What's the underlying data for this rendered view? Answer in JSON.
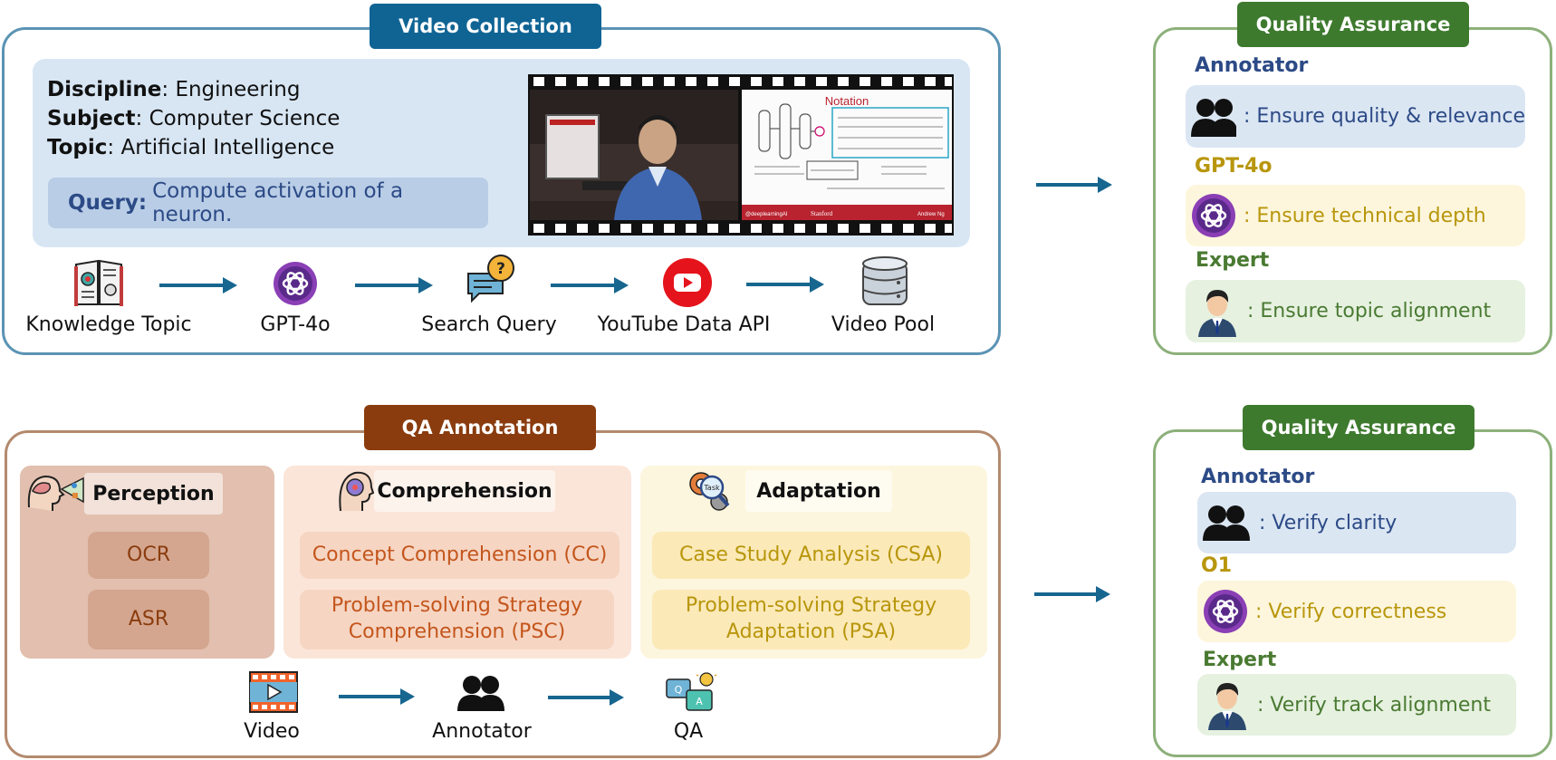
{
  "video_collection": {
    "title": "Video Collection",
    "discipline_key": "Discipline",
    "discipline_value": ": Engineering",
    "subject_key": "Subject",
    "subject_value": ": Computer Science",
    "topic_key": "Topic",
    "topic_value": ":  Artificial Intelligence",
    "query_key": "Query:",
    "query_value": "Compute activation of a neuron.",
    "thumbnail": {
      "slide_title": "Notation",
      "slide_footer_left": "@deeplearningAI",
      "slide_footer_mid": "Stanford",
      "slide_footer_right": "Andrew Ng"
    },
    "flow": [
      {
        "label": "Knowledge Topic",
        "icon": "book-icon"
      },
      {
        "label": "GPT-4o",
        "icon": "openai-icon"
      },
      {
        "label": "Search Query",
        "icon": "chat-question-icon"
      },
      {
        "label": "YouTube Data API",
        "icon": "youtube-icon"
      },
      {
        "label": "Video Pool",
        "icon": "database-icon"
      }
    ]
  },
  "qa_top": {
    "title": "Quality Assurance",
    "items": [
      {
        "role": "Annotator",
        "text": ": Ensure quality & relevance",
        "icon": "people-icon"
      },
      {
        "role": "GPT-4o",
        "text": ": Ensure technical depth",
        "icon": "openai-icon"
      },
      {
        "role": "Expert",
        "text": ": Ensure topic alignment",
        "icon": "expert-icon"
      }
    ]
  },
  "qa_annotation": {
    "title": "QA Annotation",
    "perception": {
      "title": "Perception",
      "chips": [
        "OCR",
        "ASR"
      ]
    },
    "comprehension": {
      "title": "Comprehension",
      "chips": [
        "Concept Comprehension (CC)",
        "Problem-solving Strategy Comprehension (PSC)"
      ]
    },
    "adaptation": {
      "title": "Adaptation",
      "chips": [
        "Case Study Analysis (CSA)",
        "Problem-solving Strategy Adaptation (PSA)"
      ],
      "icon_text": "Task"
    },
    "flow": [
      {
        "label": "Video",
        "icon": "video-icon"
      },
      {
        "label": "Annotator",
        "icon": "people-icon"
      },
      {
        "label": "QA",
        "icon": "qa-icon"
      }
    ]
  },
  "qa_bottom": {
    "title": "Quality Assurance",
    "items": [
      {
        "role": "Annotator",
        "text": ": Verify clarity",
        "icon": "people-icon"
      },
      {
        "role": "O1",
        "text": ": Verify correctness",
        "icon": "openai-icon"
      },
      {
        "role": "Expert",
        "text": ": Verify track alignment",
        "icon": "expert-icon"
      }
    ]
  },
  "colors": {
    "video_blue": "#0f6494",
    "qa_green": "#3e7a2e",
    "qa_brown": "#8a3c0e",
    "arrow": "#17668f",
    "annotator_text": "#2c4a86",
    "gpt_text": "#b8960c",
    "expert_text": "#4a7a32"
  }
}
